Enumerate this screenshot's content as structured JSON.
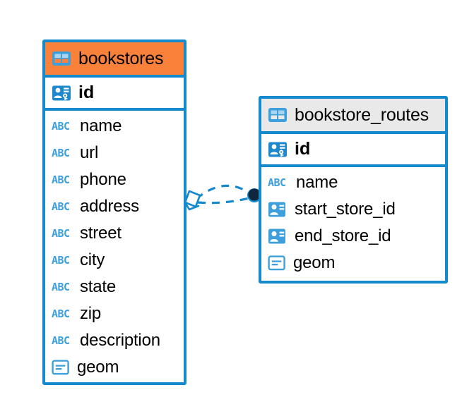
{
  "diagram": {
    "type": "entity-relationship-diagram",
    "background_color": "#ffffff",
    "accent_color": "#1489cc",
    "icon_color": "#3d9fdc",
    "header_highlight_color": "#f9813a",
    "header_default_color": "#e9e9e9"
  },
  "entities": [
    {
      "name": "bookstores",
      "header_color": "#f9813a",
      "selected": true,
      "primary_key": {
        "label": "id",
        "icon": "primary-key-icon"
      },
      "fields": [
        {
          "label": "name",
          "icon": "abc-icon"
        },
        {
          "label": "url",
          "icon": "abc-icon"
        },
        {
          "label": "phone",
          "icon": "abc-icon"
        },
        {
          "label": "address",
          "icon": "abc-icon"
        },
        {
          "label": "street",
          "icon": "abc-icon"
        },
        {
          "label": "city",
          "icon": "abc-icon"
        },
        {
          "label": "state",
          "icon": "abc-icon"
        },
        {
          "label": "zip",
          "icon": "abc-icon"
        },
        {
          "label": "description",
          "icon": "abc-icon"
        },
        {
          "label": "geom",
          "icon": "geometry-icon"
        }
      ]
    },
    {
      "name": "bookstore_routes",
      "header_color": "#e9e9e9",
      "selected": false,
      "primary_key": {
        "label": "id",
        "icon": "primary-key-icon"
      },
      "fields": [
        {
          "label": "name",
          "icon": "abc-icon"
        },
        {
          "label": "start_store_id",
          "icon": "foreign-key-icon"
        },
        {
          "label": "end_store_id",
          "icon": "foreign-key-icon"
        },
        {
          "label": "geom",
          "icon": "geometry-icon"
        }
      ]
    }
  ],
  "relationships": [
    {
      "from_entity": "bookstores",
      "from_field": "id",
      "to_entity": "bookstore_routes",
      "to_field": "start_store_id",
      "line_style": "dashed",
      "line_color": "#1489cc",
      "source_marker": "diamond-open",
      "target_marker": "filled-circle"
    },
    {
      "from_entity": "bookstores",
      "from_field": "id",
      "to_entity": "bookstore_routes",
      "to_field": "end_store_id",
      "line_style": "dashed",
      "line_color": "#1489cc",
      "source_marker": "diamond-open",
      "target_marker": "filled-circle"
    }
  ],
  "icon_glyphs": {
    "table": "table-icon",
    "abc": "ABC",
    "primary_key": "primary-key-icon",
    "foreign_key": "foreign-key-icon",
    "geometry": "geometry-icon"
  }
}
